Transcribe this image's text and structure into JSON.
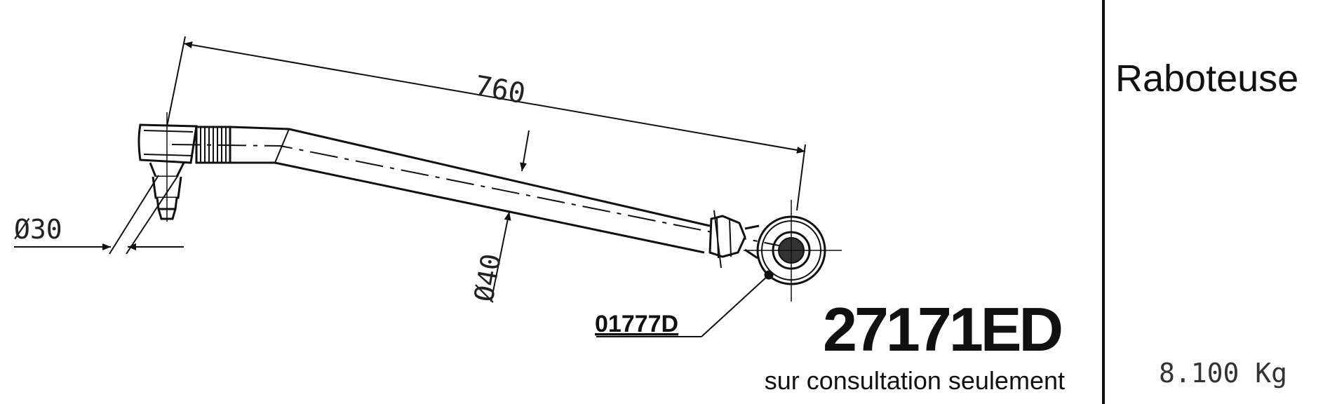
{
  "drawing": {
    "dimensions": {
      "length": "760",
      "diameter_left": "Ø30",
      "diameter_middle": "Ø40"
    },
    "callout_ref": "01777D",
    "part_number": "27171ED",
    "note": "sur consultation seulement"
  },
  "sidebar": {
    "title": "Raboteuse",
    "weight": "8.100 Kg"
  }
}
